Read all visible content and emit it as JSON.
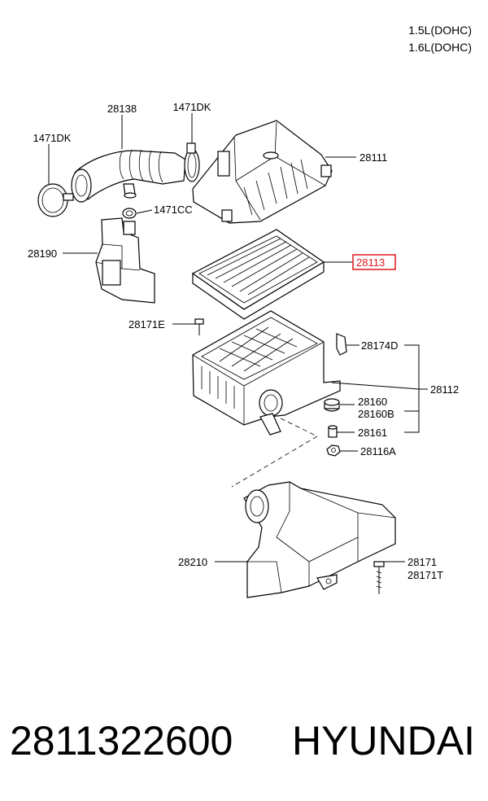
{
  "header": {
    "engine_1": "1.5L(DOHC)",
    "engine_2": "1.6L(DOHC)"
  },
  "labels": {
    "p28138": "28138",
    "p1471dk_top": "1471DK",
    "p1471dk_left": "1471DK",
    "p28111": "28111",
    "p1471cc": "1471CC",
    "p28190": "28190",
    "p28113": "28113",
    "p28171e": "28171E",
    "p28174d": "28174D",
    "p28112": "28112",
    "p28160": "28160",
    "p28160b": "28160B",
    "p28161": "28161",
    "p28116a": "28116A",
    "p28210": "28210",
    "p28171": "28171",
    "p28171t": "28171T"
  },
  "footer": {
    "part_number": "2811322600",
    "brand": "HYUNDAI"
  },
  "colors": {
    "highlight": "#e0161b",
    "line": "#000000"
  }
}
